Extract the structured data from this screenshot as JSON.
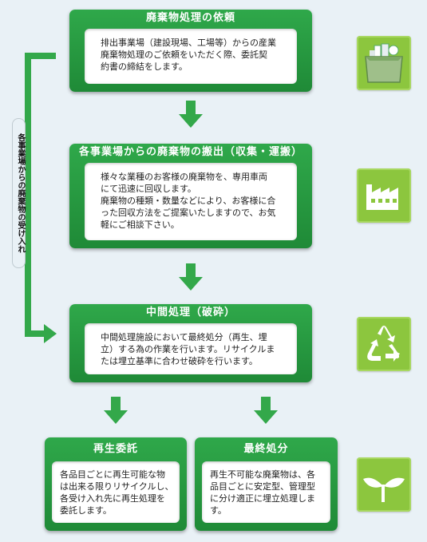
{
  "side_label": "各事業場からの廃棄物の受け入れ",
  "steps": {
    "request": {
      "title": "廃棄物処理の依頼",
      "text": "排出事業場（建設現場、工場等）からの産業\n廃棄物処理のご依頼をいただく際、委託契\n約書の締結をします。"
    },
    "collection": {
      "title": "各事業場からの廃棄物の搬出（収集・運搬）",
      "text": "様々な業種のお客様の廃棄物を、専用車両\nにて迅速に回収します。\n廃棄物の種類・数量などにより、お客様に合\nった回収方法をご提案いたしますので、お気\n軽にご相談下さい。"
    },
    "intermediate": {
      "title": "中間処理（破砕）",
      "text": "中間処理施設において最終処分（再生、埋\n立）する為の作業を行います。リサイクルま\nたは埋立基準に合わせ破砕を行います。"
    },
    "recycle": {
      "title": "再生委託",
      "text": "各品目ごとに再生可能な物\nは出来る限りリサイクルし、\n各受け入れ先に再生処理を\n委託します。"
    },
    "final": {
      "title": "最終処分",
      "text": "再生不可能な廃棄物は、各\n品目ごとに安定型、管理型\nに分け適正に埋立処理しま\nす。"
    }
  },
  "icons": [
    "waste-box-icon",
    "factory-icon",
    "recycle-icon",
    "sprout-icon"
  ],
  "colors": {
    "step_green": "#23913b",
    "arrow_green": "#33a84a",
    "icon_tile": "#8cc63e",
    "background": "#e9f1f6"
  }
}
